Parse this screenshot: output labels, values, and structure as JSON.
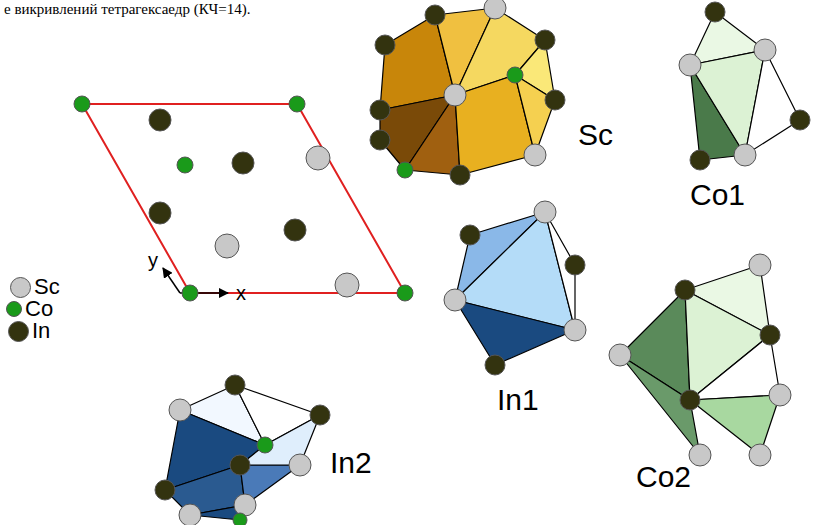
{
  "diagram": {
    "labels": [
      "е викривлений тетрагексаедр (КЧ=14).",
      "x",
      "y",
      "Sc",
      "Co1",
      "In1",
      "In2",
      "Co2"
    ],
    "legend": [
      {
        "text": "Sc",
        "color": "#c8c8c8"
      },
      {
        "text": "Co",
        "color": "#1a9a1a"
      },
      {
        "text": "In",
        "color": "#33330f"
      }
    ]
  }
}
